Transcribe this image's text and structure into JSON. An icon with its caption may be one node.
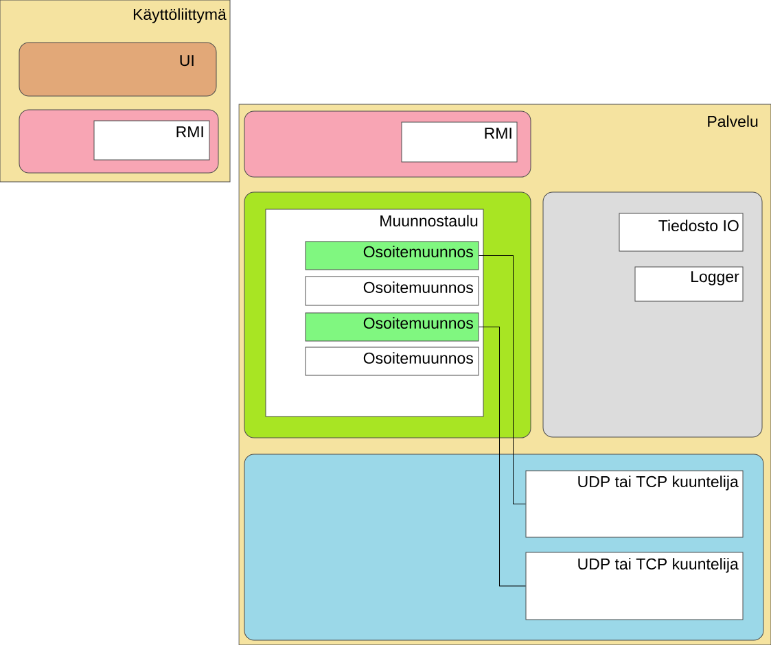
{
  "diagram": {
    "nodes": [
      {
        "text": [
          "Käyttöliittymä"
        ]
      },
      {
        "text": [
          "UI"
        ],
        "in": 0
      },
      {
        "text": [],
        "shape": "box",
        "in": 0
      },
      {
        "text": [
          "RMI"
        ],
        "in": 2
      },
      {
        "text": [
          "Palvelu"
        ]
      },
      {
        "text": [],
        "shape": "box",
        "in": 4
      },
      {
        "text": [
          "RMI"
        ],
        "in": 5
      },
      {
        "text": [],
        "shape": "box",
        "in": 4
      },
      {
        "text": [
          "Muunnostaulu"
        ],
        "in": 7
      },
      {
        "text": [
          "Osoitemuunnos"
        ],
        "in": 8
      },
      {
        "text": [
          "Osoitemuunnos"
        ],
        "in": 8
      },
      {
        "text": [
          "Osoitemuunnos"
        ],
        "in": 8
      },
      {
        "text": [
          "Osoitemuunnos"
        ],
        "in": 8
      },
      {
        "text": [],
        "shape": "box",
        "in": 4
      },
      {
        "text": [
          "Tiedosto IO"
        ],
        "in": 13
      },
      {
        "text": [
          "Logger"
        ],
        "in": 13
      },
      {
        "text": [],
        "shape": "box",
        "in": 4
      },
      {
        "text": [
          "UDP tai TCP kuuntelija"
        ],
        "in": 16
      },
      {
        "text": [
          "UDP tai TCP kuuntelija"
        ],
        "in": 16
      }
    ],
    "edges": [
      {
        "from": 9,
        "to": 17,
        "arrow": "none"
      },
      {
        "from": 11,
        "to": 18,
        "arrow": "none"
      }
    ]
  }
}
